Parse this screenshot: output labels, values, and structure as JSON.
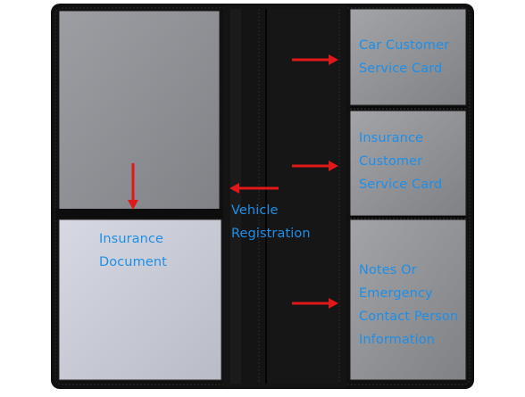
{
  "colors": {
    "label": "#1e8fe8",
    "arrow": "#e01818",
    "leather": "#121212",
    "pocket": "#8d8f93",
    "clear_sleeve": "#c9cbd6"
  },
  "labels": {
    "car_service_card": "Car Customer\nService Card",
    "insurance_service_card": "Insurance\nCustomer\nService Card",
    "vehicle_registration": "Vehicle\nRegistration",
    "insurance_document": "Insurance\nDocument",
    "notes_emergency": "Notes Or\nEmergency\nContact Person\nInformation"
  }
}
